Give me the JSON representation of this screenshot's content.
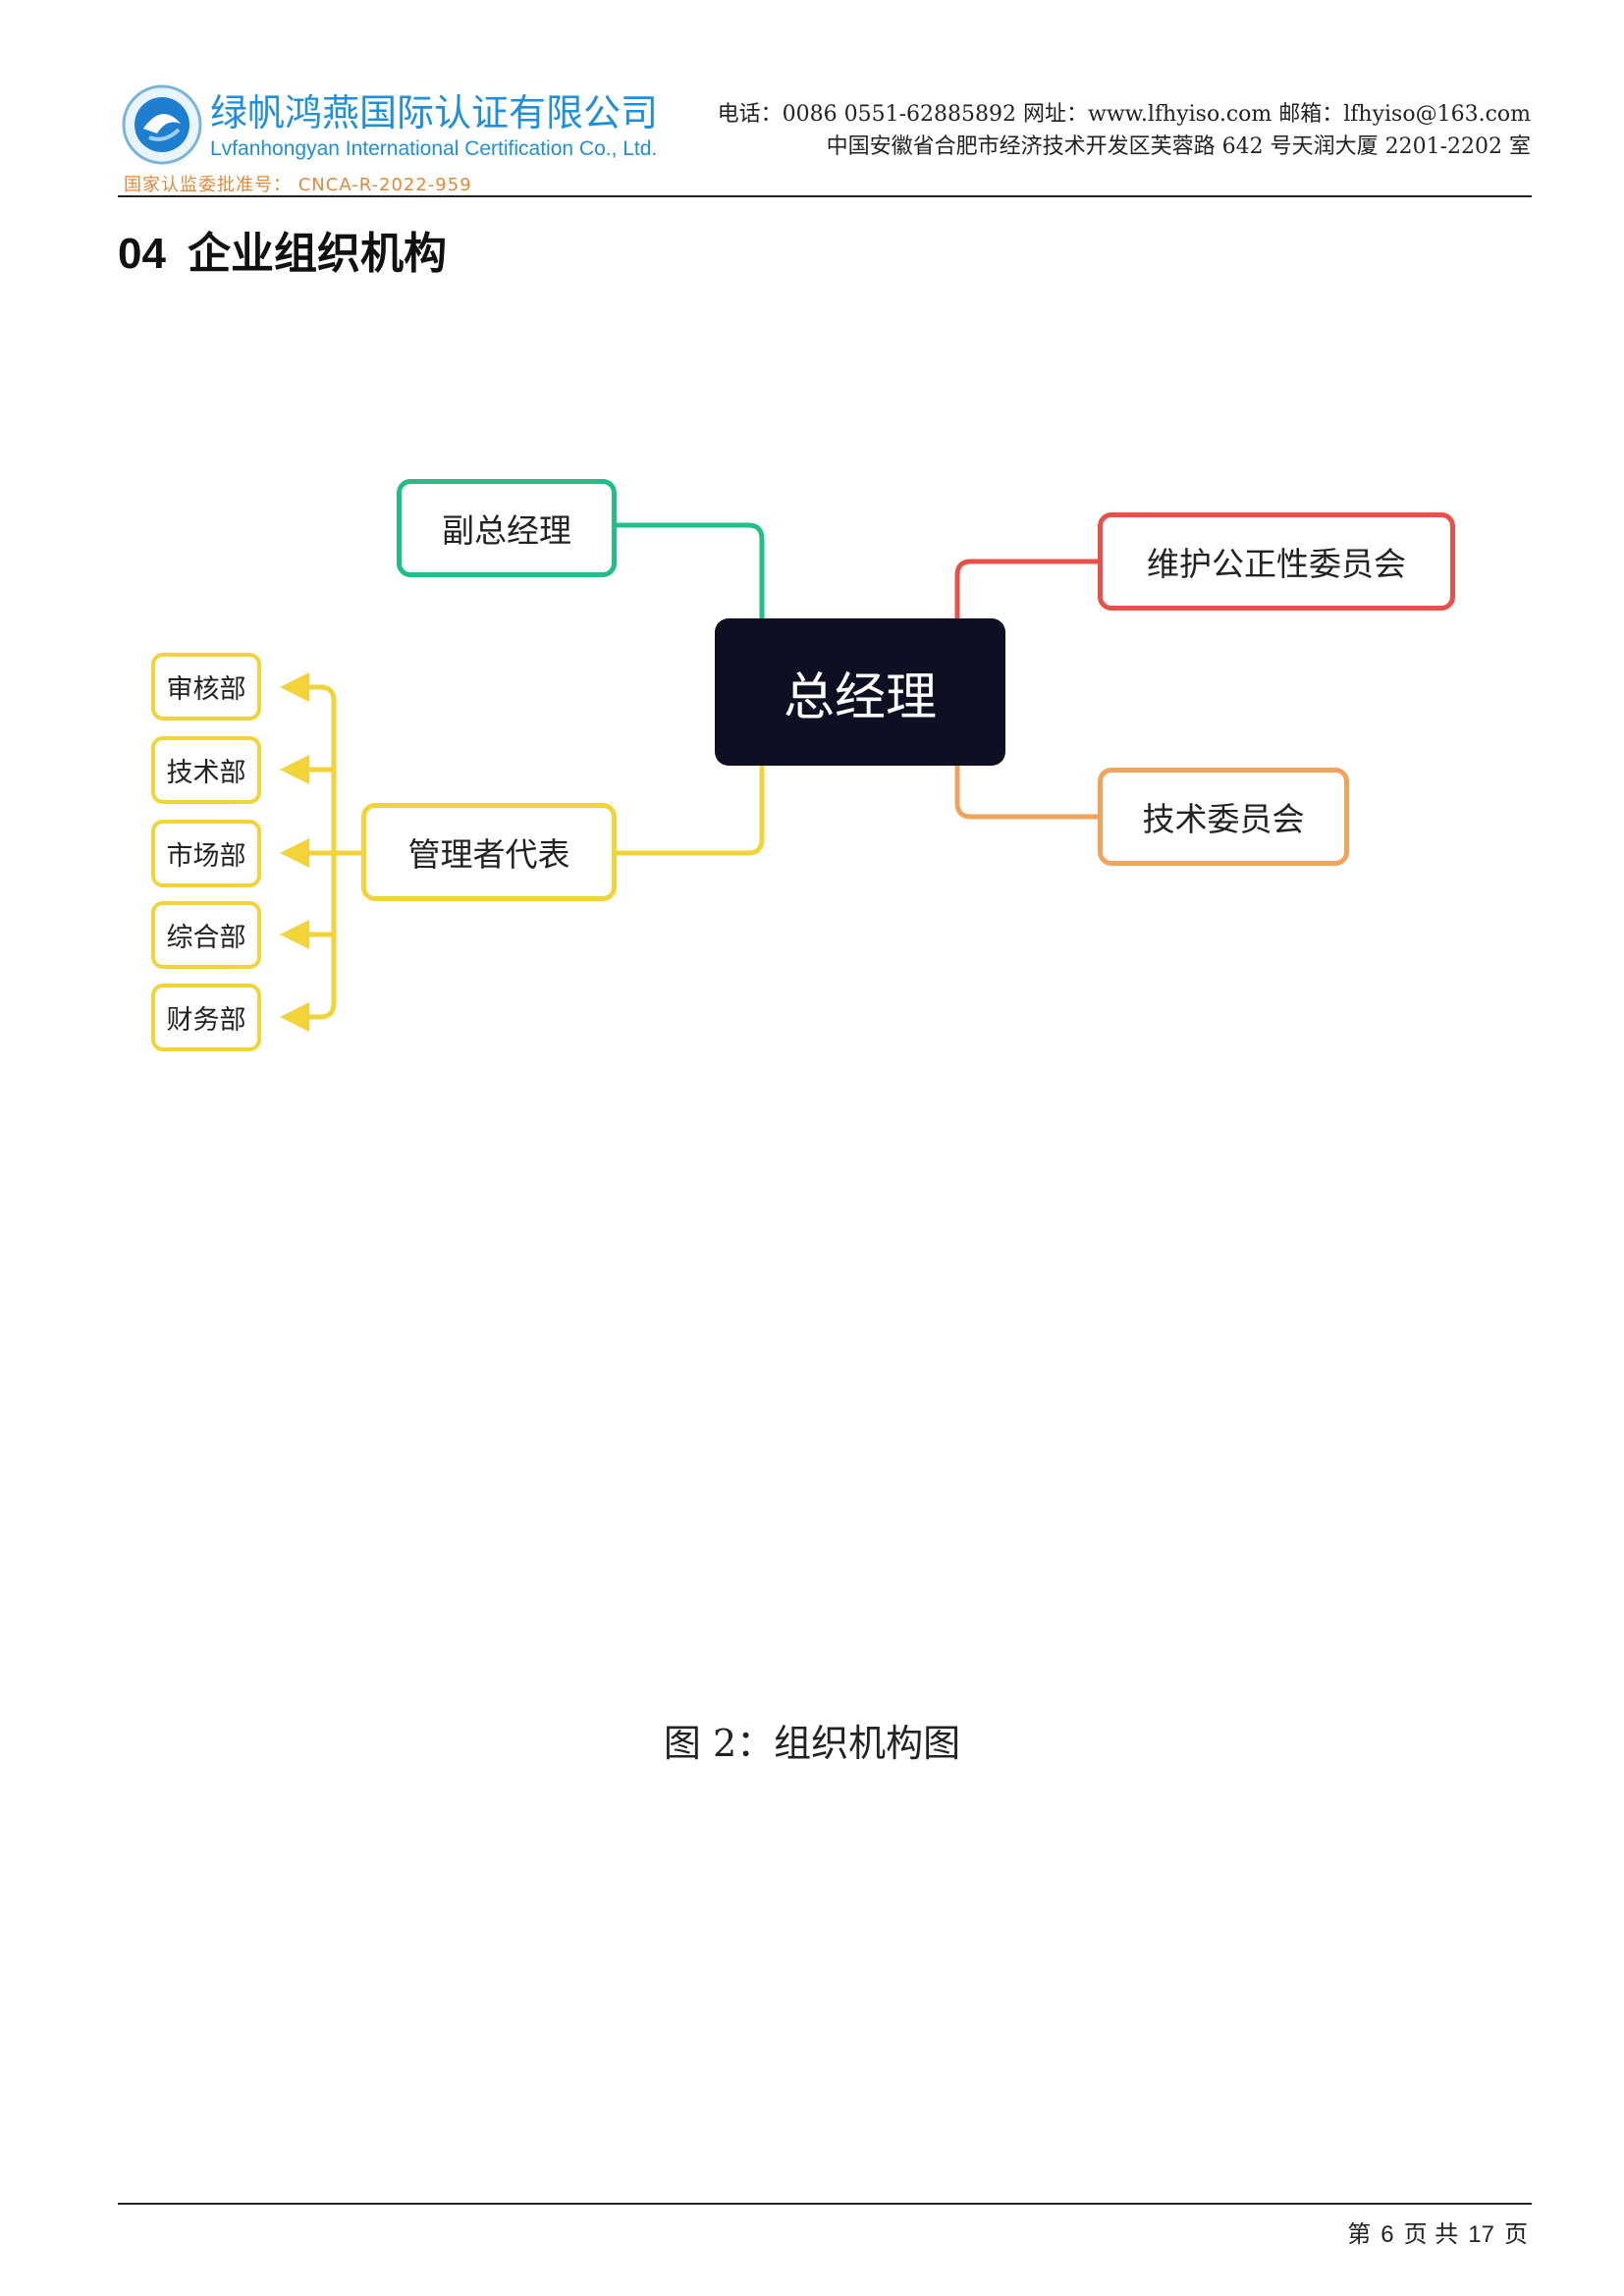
{
  "header": {
    "logo_cn": "绿帆鸿燕国际认证有限公司",
    "logo_en": "Lvfanhongyan International Certification Co., Ltd.",
    "logo_cnca": "国家认监委批准号： CNCA-R-2022-959",
    "contact_line": "电话：0086 0551-62885892 网址：www.lfhyiso.com 邮箱：lfhyiso@163.com",
    "address_line": "中国安徽省合肥市经济技术开发区芙蓉路 642 号天润大厦 2201-2202 室"
  },
  "section": {
    "number": "04",
    "title": "企业组织机构"
  },
  "org_chart": {
    "root": "总经理",
    "deputy": "副总经理",
    "committee_impartiality": "维护公正性委员会",
    "committee_technical": "技术委员会",
    "management_rep": "管理者代表",
    "departments": [
      "审核部",
      "技术部",
      "市场部",
      "综合部",
      "财务部"
    ],
    "colors": {
      "root_fill": "#0f0f24",
      "deputy": "#1fbf86",
      "impartiality": "#e8504a",
      "technical": "#f0a35a",
      "management": "#f2d33a"
    }
  },
  "caption": "图 2：组织机构图",
  "footer": {
    "prefix": "第",
    "page": "6",
    "mid": "页 共",
    "total": "17",
    "suffix": "页"
  }
}
